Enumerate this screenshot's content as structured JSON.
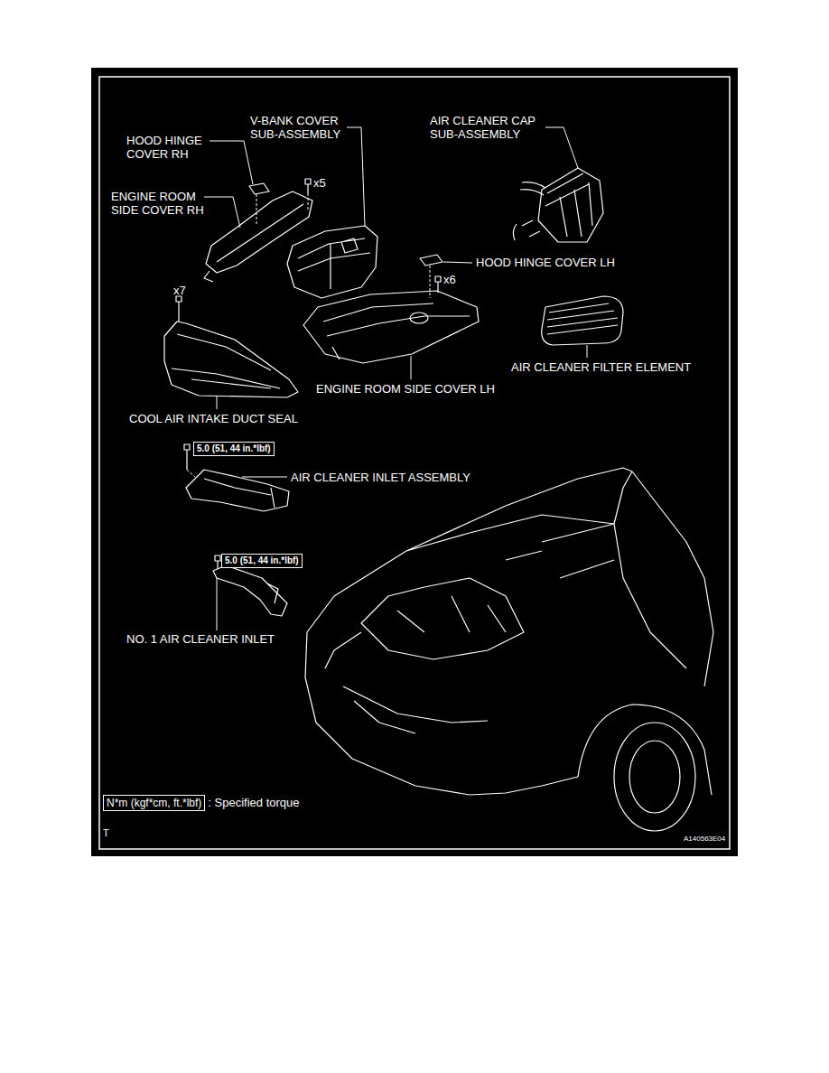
{
  "diagram": {
    "nodes": [
      {
        "text": [
          "5.0 (51, 44 in.*lbf)"
        ]
      },
      {
        "text": [
          "5.0 (51, 44 in.*lbf)"
        ]
      },
      {
        "text": [
          "N*m (kgf*cm, ft.*lbf)",
          ": Specified torque"
        ]
      }
    ],
    "edges": [],
    "labels": [
      "HOOD HINGE COVER RH",
      "V-BANK COVER SUB-ASSEMBLY",
      "AIR CLEANER CAP SUB-ASSEMBLY",
      "ENGINE ROOM SIDE COVER RH",
      "x5",
      "HOOD HINGE COVER LH",
      "x7",
      "x6",
      "AIR CLEANER FILTER ELEMENT",
      "ENGINE ROOM SIDE COVER LH",
      "COOL AIR INTAKE DUCT SEAL",
      "AIR CLEANER INLET ASSEMBLY",
      "NO. 1 AIR CLEANER INLET",
      "T",
      "A140563E04"
    ]
  }
}
